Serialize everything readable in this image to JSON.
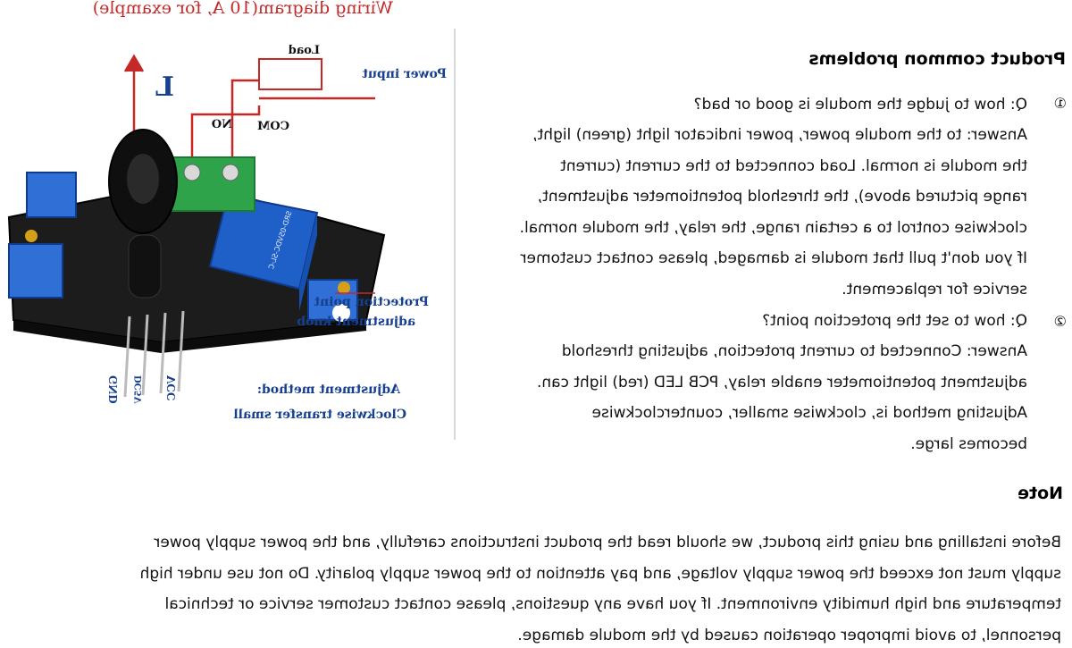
{
  "diagram": {
    "title": "Wiring diagram(10 A, for example)",
    "load_label": "Load",
    "power_input_label": "Power input",
    "l_label": "L",
    "no_label": "NO",
    "com_label": "COM",
    "protection_label_line1": "Protection point",
    "protection_label_line2": "adjustment knob",
    "adjust_method_line1": "Adjustment method:",
    "adjust_method_line2": "Clockwise transfer small",
    "pin_vcc": "VCC",
    "pin_dc5v": "DC5V",
    "pin_gnd": "GND",
    "relay_text": "SRD-05VDC-SL-C"
  },
  "problems": {
    "heading": "Product common problems",
    "q1_number": "①",
    "q1_question": "Q: how to judge the module is good or bad?",
    "q1_answer_lines": [
      "Answer: to the module power, power indicator light (green) light,",
      "the module is normal. Load connected to the current (current",
      "range pictured above), the threshold potentiometer adjustment,",
      "clockwise control to a certain range, the relay, the module normal.",
      "If you don't pull that module is damaged, please contact customer",
      "service for replacement."
    ],
    "q2_number": "②",
    "q2_question": "Q: how to set the protection point?",
    "q2_answer_lines": [
      "Answer: Connected to current protection, adjusting threshold",
      "adjustment potentiometer enable relay, PCB LED (red) light can.",
      "Adjusting method is, clockwise smaller, counterclockwise",
      "becomes large."
    ]
  },
  "note": {
    "heading": "Note",
    "lines": [
      "Before installing and using this product, we should read the product instructions carefully, and the power supply power",
      "supply must not exceed the power supply voltage, and pay attention to the power supply polarity. Do not use under high",
      "temperature and high humidity environment. If you have any questions, please contact customer service or technical",
      "personnel, to avoid improper operation caused by the module damage."
    ]
  },
  "colors": {
    "wire_red": "#c62828",
    "label_blue": "#173f8f",
    "pcb_black": "#1c1c1c",
    "terminal_green": "#2fa34a",
    "relay_blue": "#1f5fc8",
    "pot_blue": "#2f6fd6"
  }
}
